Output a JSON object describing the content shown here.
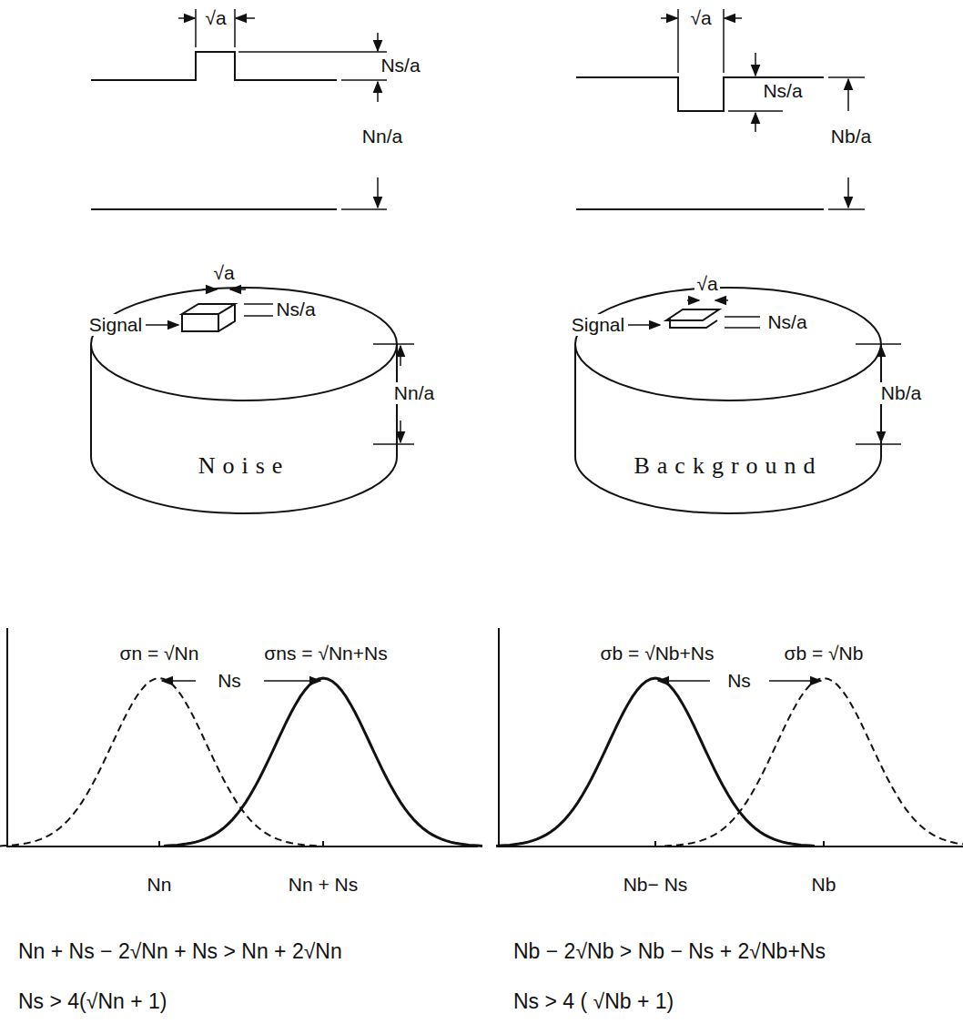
{
  "diagram": {
    "nodes": [
      {
        "text": [
          "Noise"
        ]
      },
      {
        "text": [
          "Background"
        ]
      }
    ],
    "labels": [
      "√a",
      "Ns/a",
      "Nn/a",
      "√a",
      "Ns/a",
      "Nb/a",
      "Signal",
      "√a",
      "Ns/a",
      "Nn/a",
      "Signal",
      "√a",
      "Ns/a",
      "Nb/a",
      "σn = √Nn",
      "σns = √Nn+Ns",
      "Ns",
      "Nn",
      "Nn + Ns",
      "Nn + Ns − 2√Nn + Ns > Nn + 2√Nn",
      "Ns > 4(√Nn + 1)",
      "σb = √Nb+Ns",
      "σb = √Nb",
      "Ns",
      "Nb− Ns",
      "Nb",
      "Nb − 2√Nb > Nb − Ns + 2√Nb+Ns",
      "Ns > 4 ( √Nb + 1)"
    ]
  }
}
